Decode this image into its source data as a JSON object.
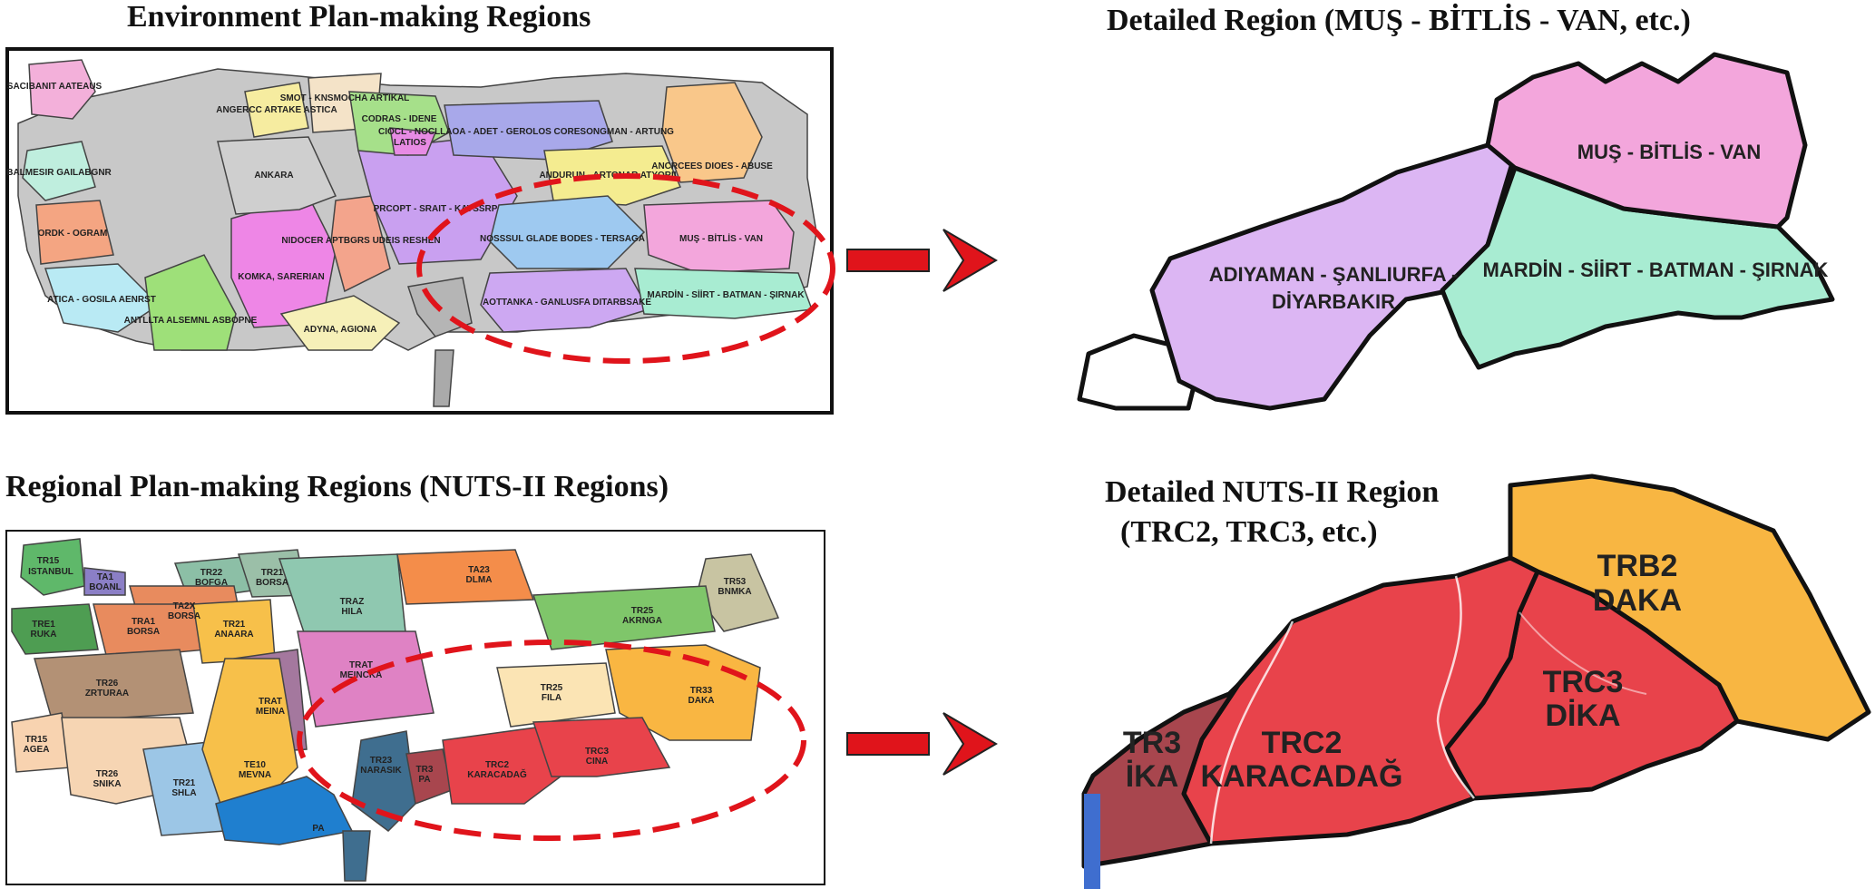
{
  "titles": {
    "env": "Environment Plan-making Regions",
    "env_detail": "Detailed Region (MUŞ - BİTLİS - VAN, etc.)",
    "nuts": "Regional Plan-making Regions (NUTS-II Regions)",
    "nuts_detail_1": "Detailed NUTS-II Region",
    "nuts_detail_2": "(TRC2, TRC3, etc.)"
  },
  "env_map_labels": {
    "musbitlisvan": "MUŞ - BİTLİS - VAN",
    "mardin": "MARDİN - SİİRT - BATMAN - ŞIRNAK",
    "ankara": "ANKARA",
    "kayseri": "PRCOPT - SRAIT - KAYSSRP",
    "konya": "KOMKA, SARERIAN",
    "erzurum": "ANDURUN - ARTONAR ATYORII",
    "malatya": "NOSSSUL GLADE BODES - TERSAGA",
    "diyarbakir": "AOTTANKA - GANLUSFA DITARBSAKE",
    "antalya": "ANTLLTA ALSEMNL ASBOPNE",
    "aydin": "ATICA - GOSILA AENRST",
    "izmir": "ORDK - OGRAM",
    "balikesir": "BALMESIR GAILABGNR",
    "tekirdag": "SACIBANIT AATEAUS",
    "black_sea": "CIOCL - NOCLLAOA - ADET - GEROLOS CORESONGMAN - ARTUNG",
    "samsun": "SMOT - KNSMOCHA ARTIKAL",
    "corum": "CODRAS - IDENE",
    "adana": "ADYNA, AGIONA",
    "ardahan": "ANCRCEES DIOES - ABUSE",
    "bolu": "ANGERCC ARTAKE ASTICA",
    "kastamonu": "LATIOS",
    "nigde": "NIDOCER APTBGRS UDEIS RESHEN"
  },
  "env_detail_labels": {
    "mbv": "MUŞ - BİTLİS - VAN",
    "msbs": "MARDİN - SİİRT - BATMAN - ŞIRNAK",
    "asd_1": "ADIYAMAN - ŞANLIURFA -",
    "asd_2": "DİYARBAKIR"
  },
  "nuts_map_labels": {
    "tr10_code": "TR15",
    "tr10_name": "ISTANBUL",
    "tr22_code": "TR22",
    "tr22_name": "BOFGA",
    "tr21b_code": "TR21",
    "tr21b_name": "BORSA",
    "trbol_code": "TA1",
    "trbol_name": "BOANL",
    "tr41_code": "TA2X",
    "tr41_name": "BORSA",
    "traz_code": "TRAZ",
    "traz_name": "HILA",
    "ta23_code": "TA23",
    "ta23_name": "DLMA",
    "tr53_code": "TR53",
    "tr53_name": "BNMKA",
    "tr31_code": "TRE1",
    "tr31_name": "RUKA",
    "tra1_code": "TRA1",
    "tra1_name": "BORSA",
    "tr21a_code": "TR21",
    "tr21a_name": "ANAARA",
    "tr25a_code": "TR25",
    "tr25a_name": "AKRNGA",
    "tr26a_code": "TR26",
    "tr26a_name": "ZRTURAA",
    "trat1_code": "TRAT",
    "trat1_name": "MEINA",
    "trat2_code": "TRAT",
    "trat2_name": "MEINCKA",
    "tr25b_code": "TR25",
    "tr25b_name": "FILA",
    "tr33_code": "TR33",
    "tr33_name": "DAKA",
    "tr15_code": "TR15",
    "tr15_name": "AGEA",
    "tr26b_code": "TR26",
    "tr26b_name": "SNIKA",
    "tr21c_code": "TR21",
    "tr21c_name": "SHLA",
    "te10_code": "TE10",
    "te10_name": "MEVNA",
    "tr23_code": "TR23",
    "tr23_name": "NARASIK",
    "trc2_code": "TRC2",
    "trc2_name": "KARACADAĞ",
    "trc3_code": "TRC3",
    "trc3_name": "CINA",
    "tr3_code": "TR3",
    "tr3_name": "PA",
    "tr6_name": "PA"
  },
  "nuts_detail_labels": {
    "trb2_code": "TRB2",
    "trb2_name": "DAKA",
    "trc3_code": "TRC3",
    "trc3_name": "DİKA",
    "trc2_code": "TRC2",
    "trc2_name": "KARACADAĞ",
    "tr3_code": "TR3",
    "tr3_name": "İKA"
  },
  "colors": {
    "arrow": "#e0141b",
    "dash": "#e0141b",
    "pink": "#f3a6dc",
    "green": "#a8ecd2",
    "lavender": "#dcb6f3",
    "orange": "#f8b642",
    "red": "#e8434b",
    "maroon": "#a8464e"
  }
}
